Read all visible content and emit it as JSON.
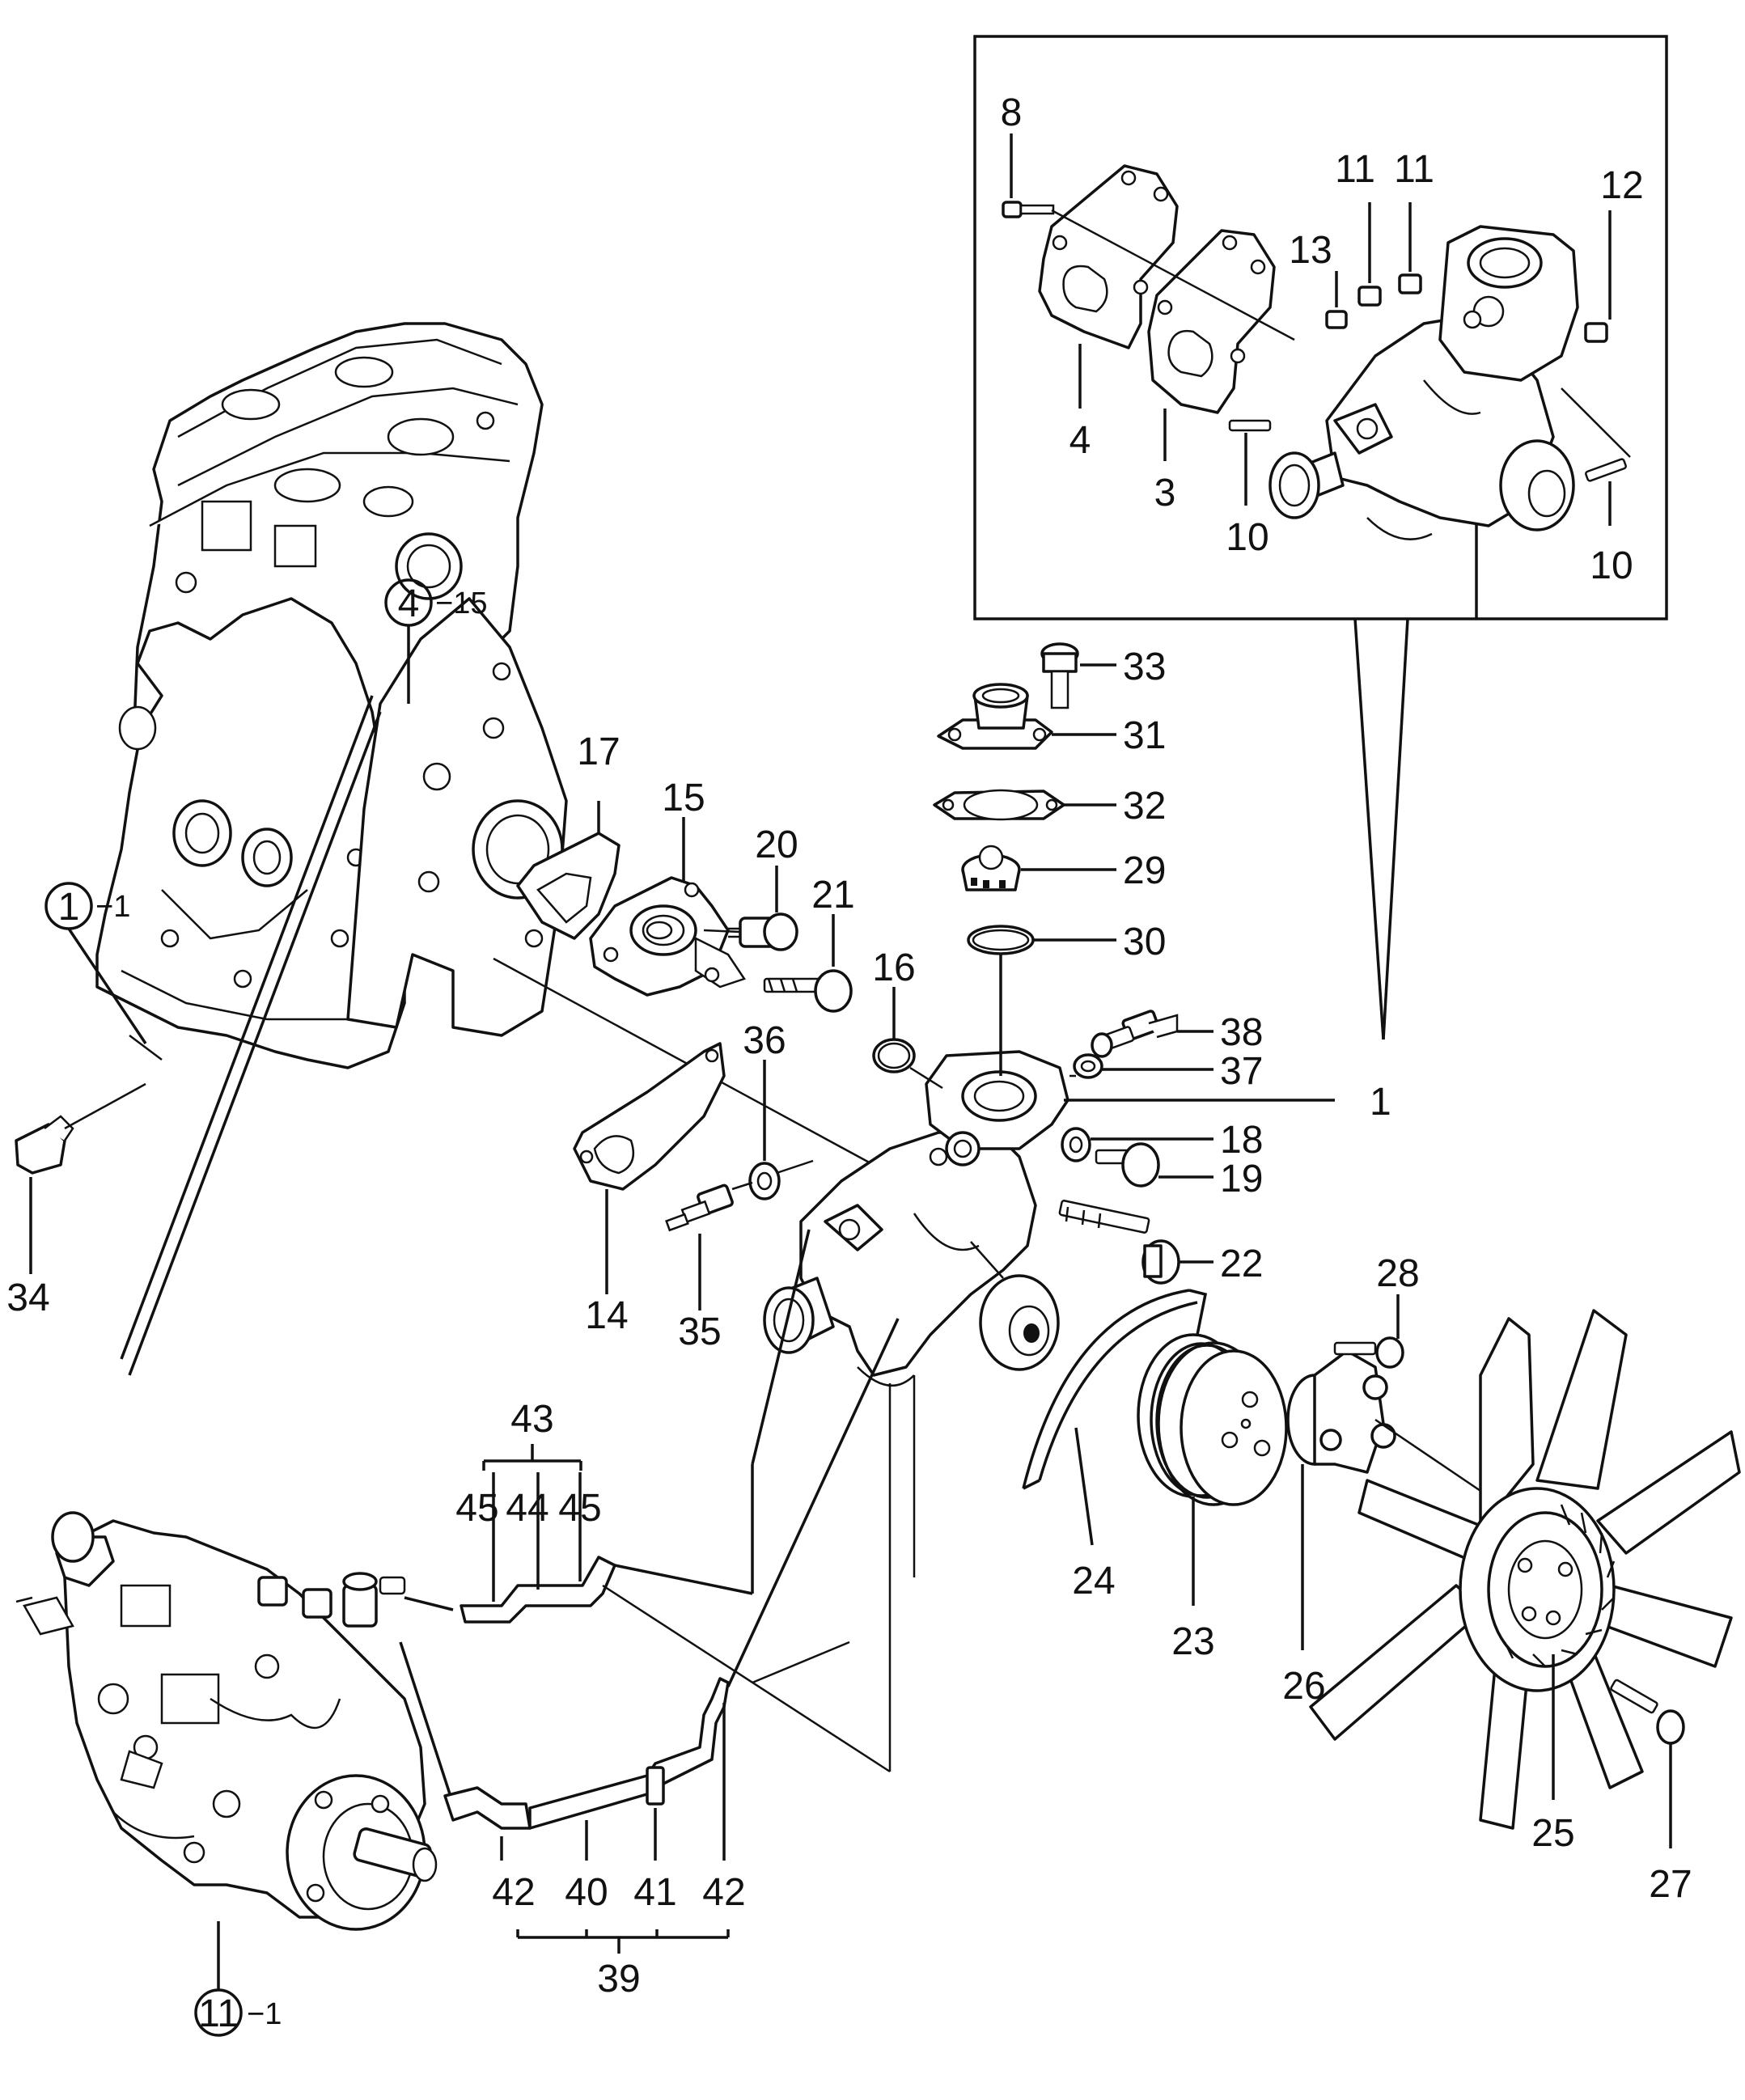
{
  "labels": {
    "l1": "1",
    "l3": "3",
    "l4": "4",
    "l8": "8",
    "l10a": "10",
    "l10b": "10",
    "l11a": "11",
    "l11b": "11",
    "l12": "12",
    "l13": "13",
    "l14": "14",
    "l15": "15",
    "l16": "16",
    "l17": "17",
    "l18": "18",
    "l19": "19",
    "l20": "20",
    "l21": "21",
    "l22": "22",
    "l23": "23",
    "l24": "24",
    "l25": "25",
    "l26": "26",
    "l27": "27",
    "l28": "28",
    "l29": "29",
    "l30": "30",
    "l31": "31",
    "l32": "32",
    "l33": "33",
    "l34": "34",
    "l35": "35",
    "l36": "36",
    "l37": "37",
    "l38": "38",
    "l39": "39",
    "l40": "40",
    "l41": "41",
    "l42a": "42",
    "l42b": "42",
    "l43": "43",
    "l44": "44",
    "l45a": "45",
    "l45b": "45"
  },
  "refs": {
    "head_num": "4",
    "head_suffix": "−15",
    "block_num": "1",
    "block_suffix": "−1",
    "pump_num": "11",
    "pump_suffix": "−1"
  }
}
